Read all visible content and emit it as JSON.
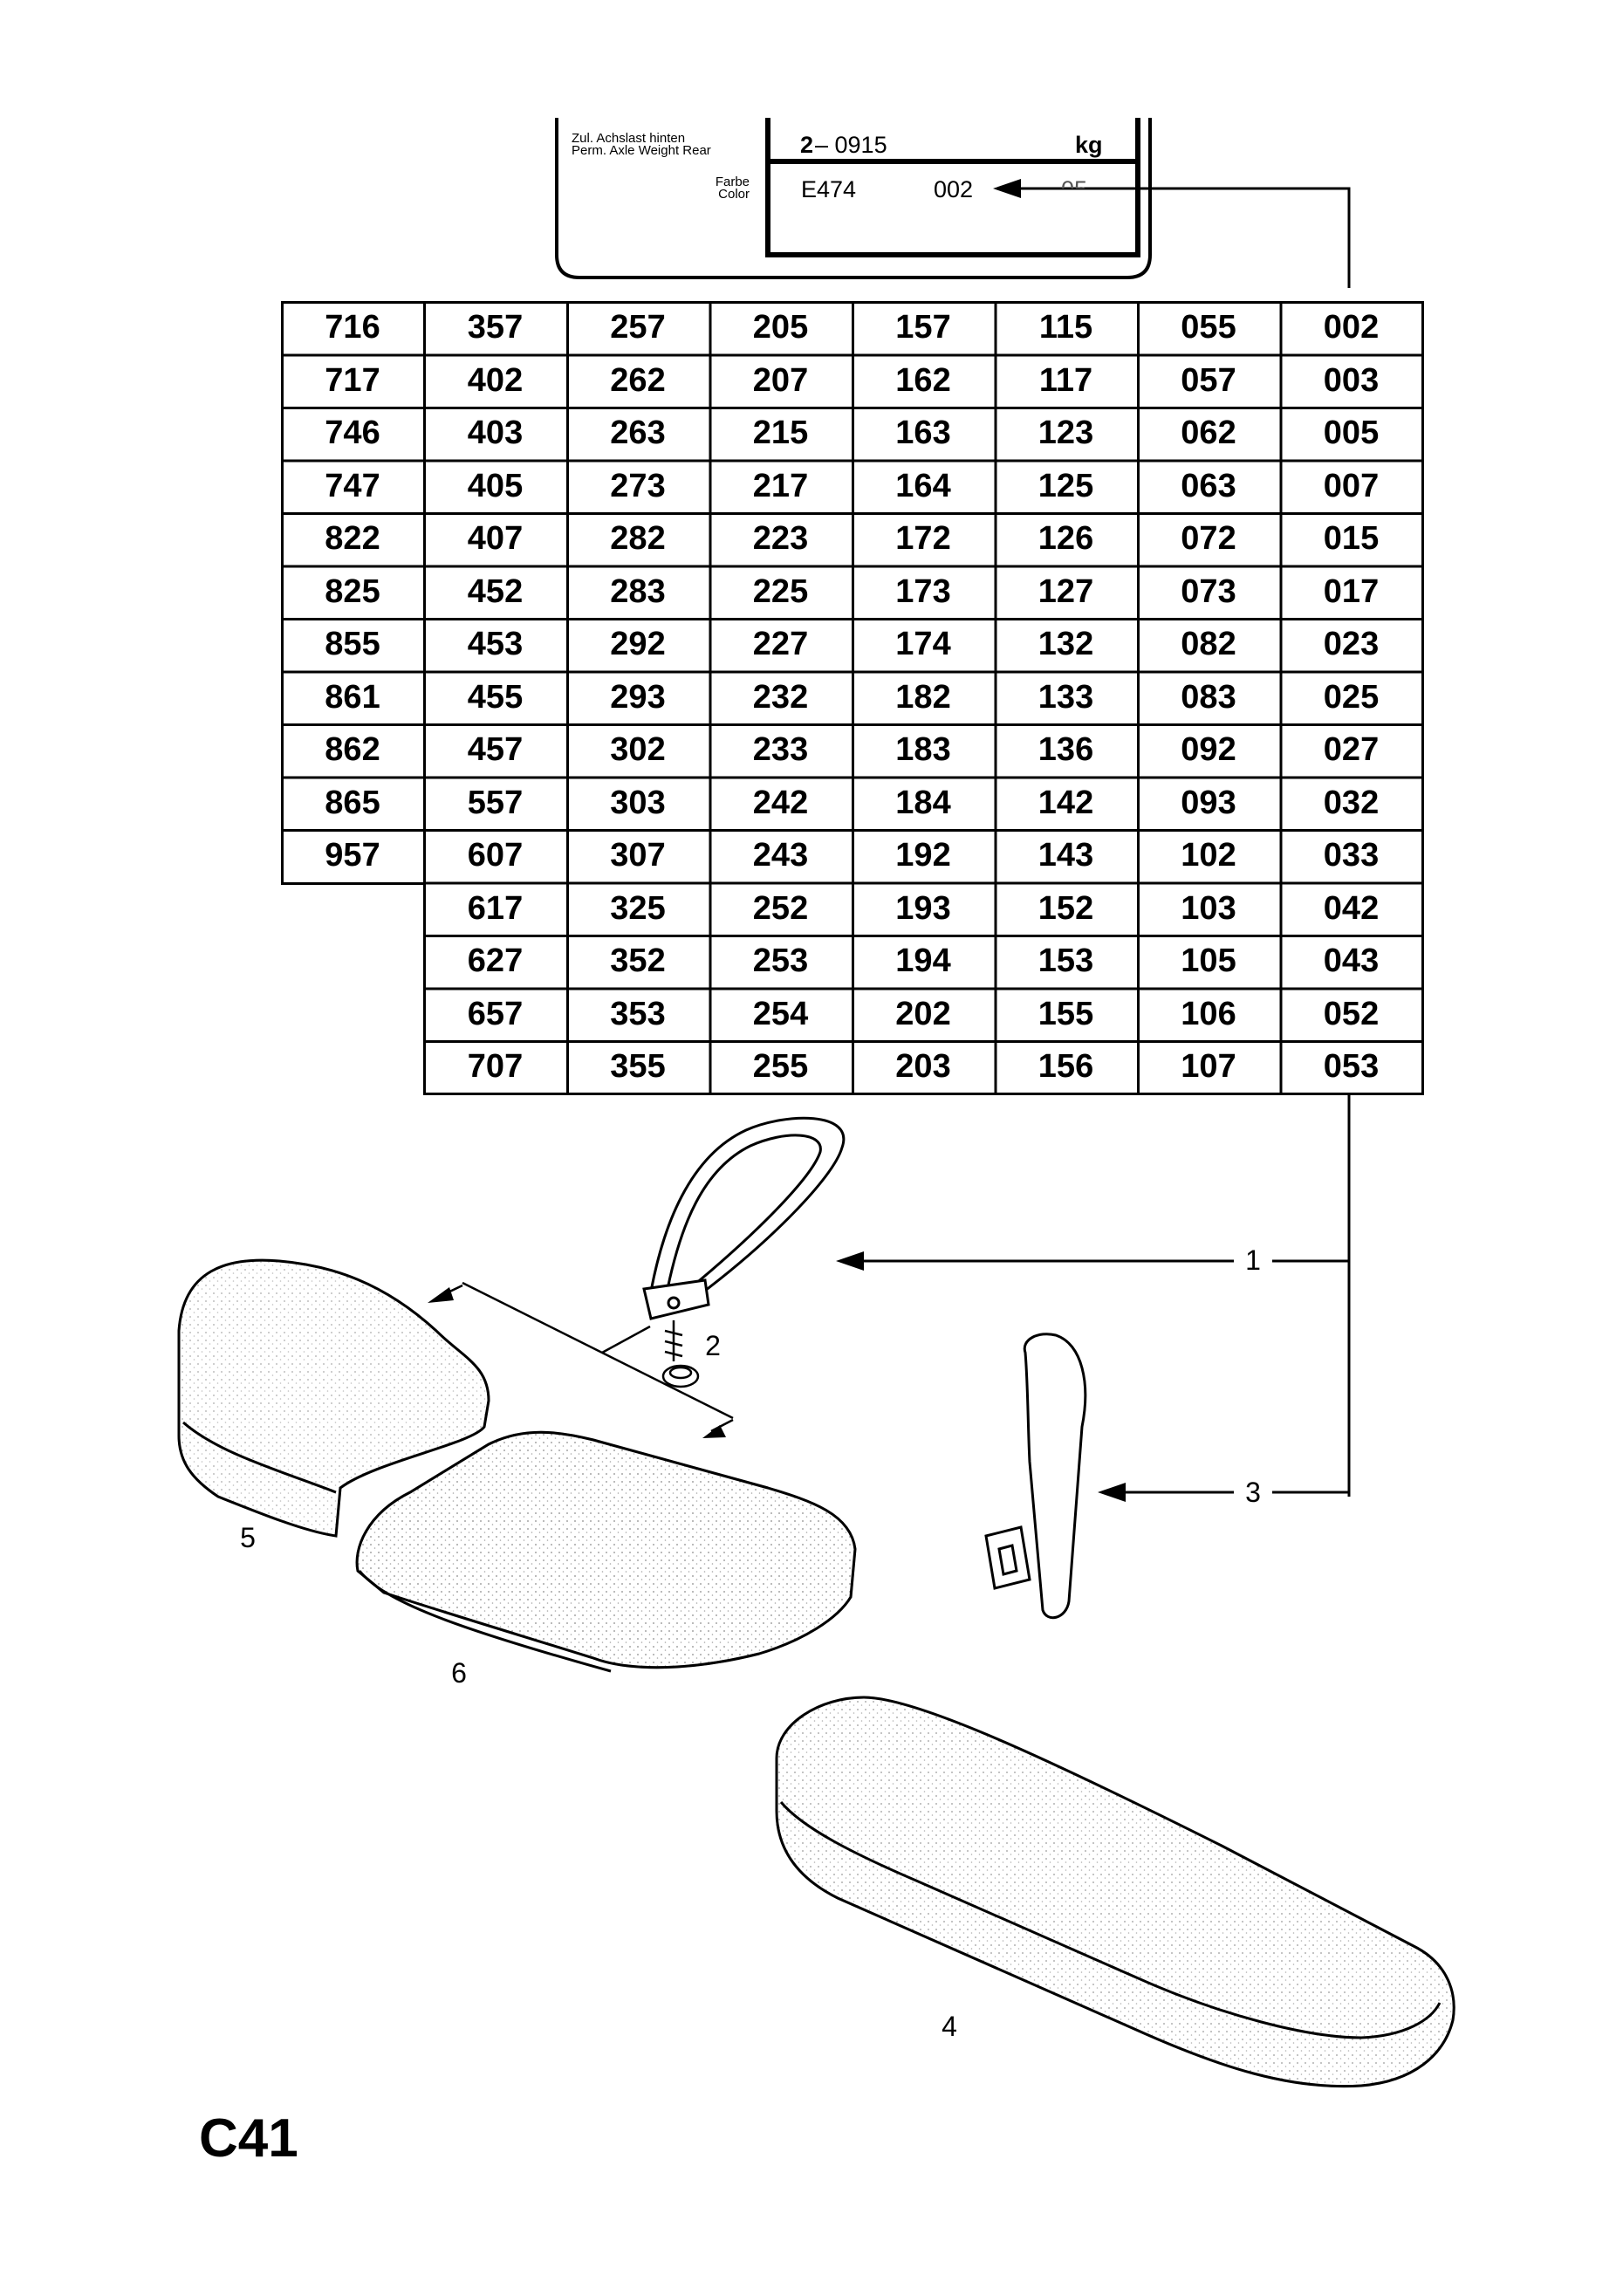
{
  "plate": {
    "axle_label_de": "Zul. Achslast hinten",
    "axle_label_en": "Perm. Axle Weight Rear",
    "axle_prefix": "2",
    "axle_value": "– 0915",
    "axle_unit": "kg",
    "color_label_de": "Farbe",
    "color_label_en": "Color",
    "color_code": "E474",
    "trim_code": "002",
    "obscured_code": "05"
  },
  "code_table": {
    "columns": [
      [
        "716",
        "717",
        "746",
        "747",
        "822",
        "825",
        "855",
        "861",
        "862",
        "865",
        "957"
      ],
      [
        "357",
        "402",
        "403",
        "405",
        "407",
        "452",
        "453",
        "455",
        "457",
        "557",
        "607",
        "617",
        "627",
        "657",
        "707"
      ],
      [
        "257",
        "262",
        "263",
        "273",
        "282",
        "283",
        "292",
        "293",
        "302",
        "303",
        "307",
        "325",
        "352",
        "353",
        "355"
      ],
      [
        "205",
        "207",
        "215",
        "217",
        "223",
        "225",
        "227",
        "232",
        "233",
        "242",
        "243",
        "252",
        "253",
        "254",
        "255"
      ],
      [
        "157",
        "162",
        "163",
        "164",
        "172",
        "173",
        "174",
        "182",
        "183",
        "184",
        "192",
        "193",
        "194",
        "202",
        "203"
      ],
      [
        "115",
        "117",
        "123",
        "125",
        "126",
        "127",
        "132",
        "133",
        "136",
        "142",
        "143",
        "152",
        "153",
        "155",
        "156"
      ],
      [
        "055",
        "057",
        "062",
        "063",
        "072",
        "073",
        "082",
        "083",
        "092",
        "093",
        "102",
        "103",
        "105",
        "106",
        "107"
      ],
      [
        "002",
        "003",
        "005",
        "007",
        "015",
        "017",
        "023",
        "025",
        "027",
        "032",
        "033",
        "042",
        "043",
        "052",
        "053"
      ]
    ]
  },
  "callouts": {
    "c1": "1",
    "c2": "2",
    "c3": "3",
    "c4": "4",
    "c5": "5",
    "c6": "6"
  },
  "page_id": "C41"
}
